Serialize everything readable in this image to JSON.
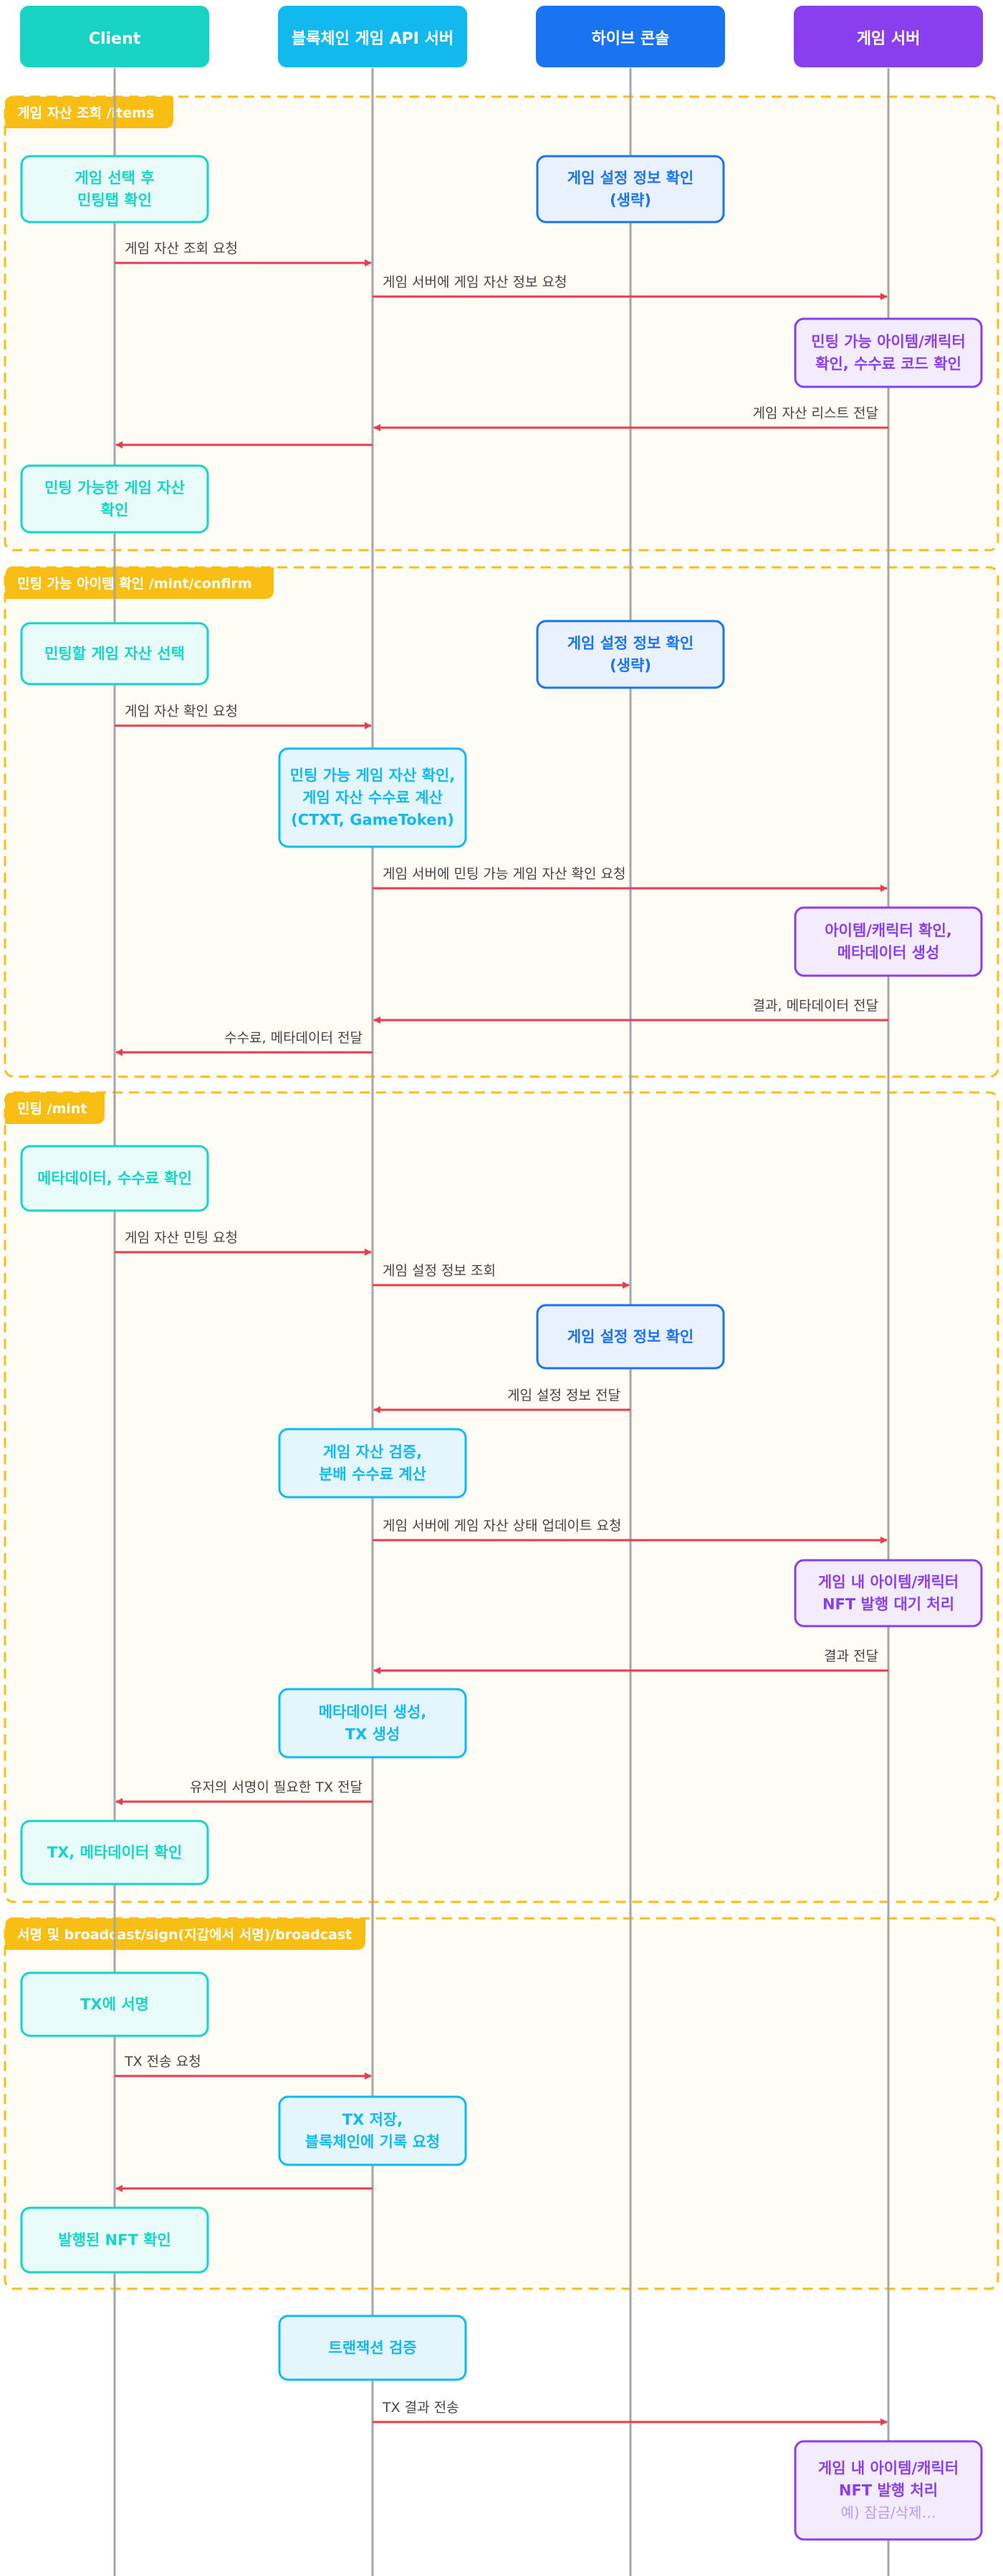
{
  "participants": [
    {
      "id": "client",
      "label": "Client",
      "color": "#19d3c5"
    },
    {
      "id": "api",
      "label": "블록체인 게임 API 서버",
      "color": "#12b9ee"
    },
    {
      "id": "hive",
      "label": "하이브 콘솔",
      "color": "#1a73f0"
    },
    {
      "id": "game",
      "label": "게임 서버",
      "color": "#8a3fee"
    }
  ],
  "sections": [
    {
      "id": "items",
      "label": "게임 자산 조회 /items"
    },
    {
      "id": "confirm",
      "label": "민팅 가능 아이템 확인 /mint/confirm"
    },
    {
      "id": "mint",
      "label": "민팅 /mint"
    },
    {
      "id": "broadcast",
      "label": "서명 및 broadcast/sign(지갑에서 서명)/broadcast"
    }
  ],
  "notes": [
    {
      "id": "n1",
      "lines": [
        "게임 선택 후",
        "민팅탭 확인"
      ]
    },
    {
      "id": "n2",
      "lines": [
        "게임 설정 정보 확인",
        "(생략)"
      ]
    },
    {
      "id": "n3",
      "lines": [
        "민팅 가능 아이템/캐릭터",
        "확인, 수수료 코드 확인"
      ]
    },
    {
      "id": "n4",
      "lines": [
        "민팅 가능한 게임 자산",
        "확인"
      ]
    },
    {
      "id": "n5",
      "lines": [
        "민팅할 게임 자산 선택"
      ]
    },
    {
      "id": "n6",
      "lines": [
        "게임 설정 정보 확인",
        "(생략)"
      ]
    },
    {
      "id": "n7",
      "lines": [
        "민팅 가능 게임 자산 확인,",
        "게임 자산 수수료 계산",
        "(CTXT, GameToken)"
      ]
    },
    {
      "id": "n8",
      "lines": [
        "아이템/캐릭터 확인,",
        "메타데이터 생성"
      ]
    },
    {
      "id": "n9",
      "lines": [
        "메타데이터, 수수료 확인"
      ]
    },
    {
      "id": "n10",
      "lines": [
        "게임 설정 정보 확인"
      ]
    },
    {
      "id": "n11",
      "lines": [
        "게임 자산 검증,",
        "분배 수수료 계산"
      ]
    },
    {
      "id": "n12",
      "lines": [
        "게임 내 아이템/캐릭터",
        "NFT 발행 대기 처리"
      ]
    },
    {
      "id": "n13",
      "lines": [
        "메타데이터 생성,",
        "TX 생성"
      ]
    },
    {
      "id": "n14",
      "lines": [
        "TX, 메타데이터 확인"
      ]
    },
    {
      "id": "n15",
      "lines": [
        "TX에 서명"
      ]
    },
    {
      "id": "n16",
      "lines": [
        "TX 저장,",
        "블록체인에 기록 요청"
      ]
    },
    {
      "id": "n17",
      "lines": [
        "발행된 NFT 확인"
      ]
    },
    {
      "id": "n18",
      "lines": [
        "트랜잭션 검증"
      ]
    },
    {
      "id": "n19",
      "lines": [
        "게임 내 아이템/캐릭터",
        "NFT 발행 처리"
      ],
      "subline": "예) 잠금/삭제…"
    }
  ],
  "messages": [
    {
      "id": "m1",
      "label": "게임 자산 조회 요청"
    },
    {
      "id": "m2",
      "label": "게임 서버에 게임 자산 정보 요청"
    },
    {
      "id": "m3",
      "label": "게임 자산 리스트 전달"
    },
    {
      "id": "m4",
      "label": ""
    },
    {
      "id": "m5",
      "label": "게임 자산 확인 요청"
    },
    {
      "id": "m6",
      "label": "게임 서버에 민팅 가능 게임 자산 확인 요청"
    },
    {
      "id": "m7",
      "label": "결과, 메타데이터 전달"
    },
    {
      "id": "m8",
      "label": "수수료, 메타데이터 전달"
    },
    {
      "id": "m9",
      "label": "게임 자산 민팅 요청"
    },
    {
      "id": "m10",
      "label": "게임 설정 정보 조회"
    },
    {
      "id": "m11",
      "label": "게임 설정 정보 전달"
    },
    {
      "id": "m12",
      "label": "게임 서버에 게임 자산 상태 업데이트 요청"
    },
    {
      "id": "m13",
      "label": "결과 전달"
    },
    {
      "id": "m14",
      "label": "유저의 서명이 필요한 TX 전달"
    },
    {
      "id": "m15",
      "label": "TX 전송 요청"
    },
    {
      "id": "m16",
      "label": ""
    },
    {
      "id": "m17",
      "label": "TX 결과 전송"
    }
  ],
  "colors": {
    "section_border": "#f9be13",
    "section_fill": "#fdfcf5",
    "section_tag": "#f9be13",
    "arrow": "#ec3a4e",
    "lifeline": "#a6a6a6",
    "note_fill_client": "#e8fbf9",
    "note_fill_api": "#e4f6fc",
    "note_fill_hive": "#e8f1fd",
    "note_fill_game": "#f3ecfd",
    "subline": "#b79af2"
  }
}
